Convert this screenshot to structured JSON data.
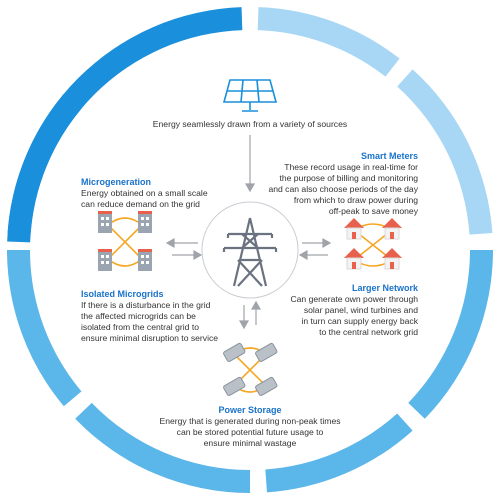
{
  "colors": {
    "ring_dark": "#1a8fdc",
    "ring_mid": "#5bb6ea",
    "ring_light": "#a8d7f5",
    "accent_orange": "#f5a623",
    "title_blue": "#1a73c9"
  },
  "top": {
    "text": "Energy seamlessly drawn from a variety of sources",
    "icon": "solar-panel-icon"
  },
  "smart_meters": {
    "title": "Smart Meters",
    "lines": [
      "These record usage in real-time for",
      "the purpose of billing and monitoring",
      "and can also choose periods of the day",
      "from which to draw power during",
      "off-peak to save money"
    ]
  },
  "microgeneration": {
    "title": "Microgeneration",
    "lines": [
      "Energy obtained on a small scale",
      "can reduce demand on the grid"
    ]
  },
  "larger_network": {
    "title": "Larger Network",
    "lines": [
      "Can generate own power through",
      "solar panel, wind turbines and",
      "in turn can supply energy back",
      "to the central network grid"
    ]
  },
  "isolated_microgrids": {
    "title": "Isolated Microgrids",
    "lines": [
      "If there is a disturbance in the grid",
      "the affected microgrids can be",
      "isolated from the central grid to",
      "ensure minimal disruption to service"
    ]
  },
  "power_storage": {
    "title": "Power Storage",
    "lines": [
      "Energy that is generated during non-peak times",
      "can be stored potential future usage to",
      "ensure minimal wastage"
    ]
  },
  "center": {
    "icon": "transmission-tower-icon"
  }
}
